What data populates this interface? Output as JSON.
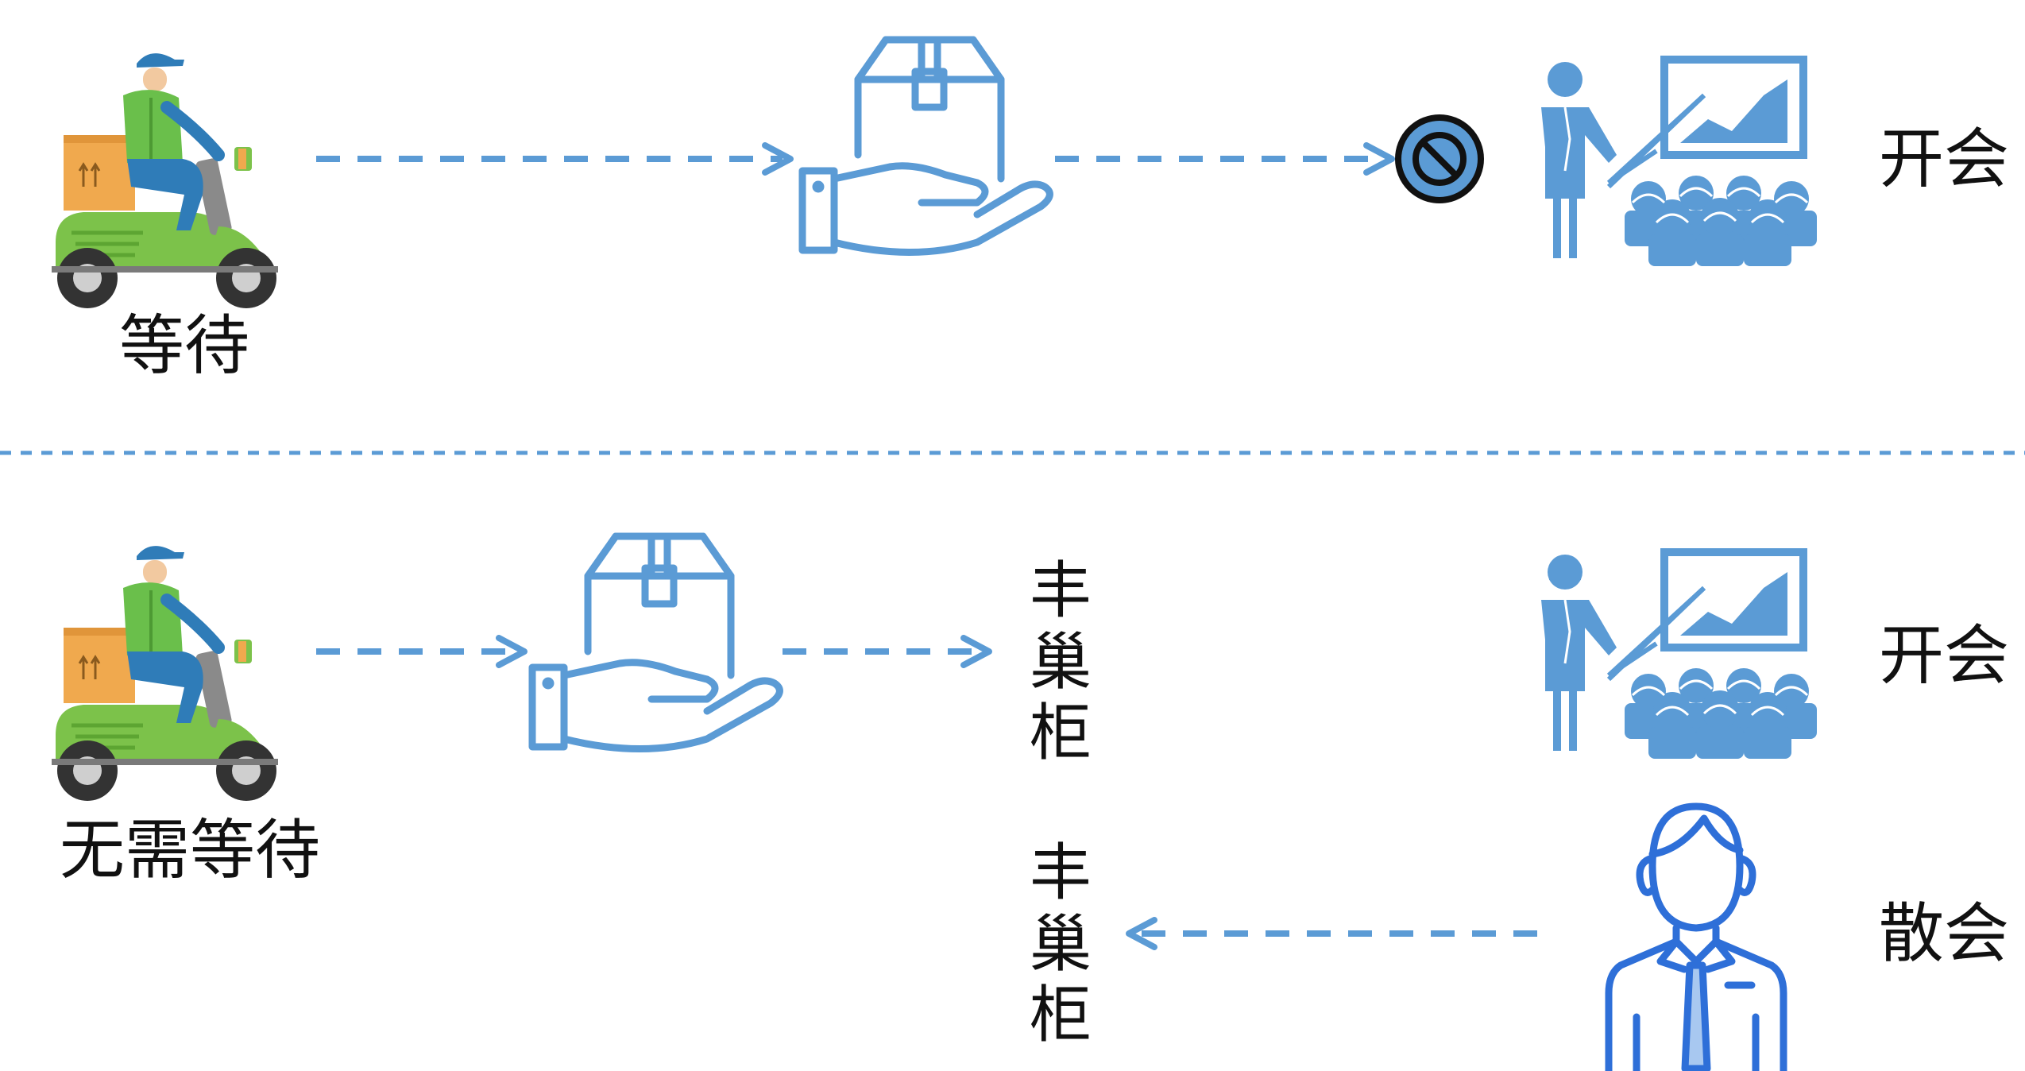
{
  "colors": {
    "accent_blue": "#5B9BD5",
    "person_blue": "#2E6FD8",
    "scooter_green": "#7CC24A",
    "scooter_gray": "#7a7a7a",
    "box_orange": "#F0A94E",
    "rider_shirt": "#6ABF4B",
    "rider_pants": "#2F7CB8"
  },
  "top_row": {
    "courier_label": "等待",
    "meeting_label": "开会",
    "icons": [
      "delivery-scooter-icon",
      "package-in-hand-icon",
      "prohibited-icon",
      "presentation-meeting-icon"
    ]
  },
  "bottom_row": {
    "courier_label": "无需等待",
    "locker_label_1": "丰巢柜",
    "locker_label_2": "丰巢柜",
    "meeting_label": "开会",
    "dismiss_label": "散会",
    "icons": [
      "delivery-scooter-icon",
      "package-in-hand-icon",
      "presentation-meeting-icon",
      "office-worker-icon"
    ]
  }
}
